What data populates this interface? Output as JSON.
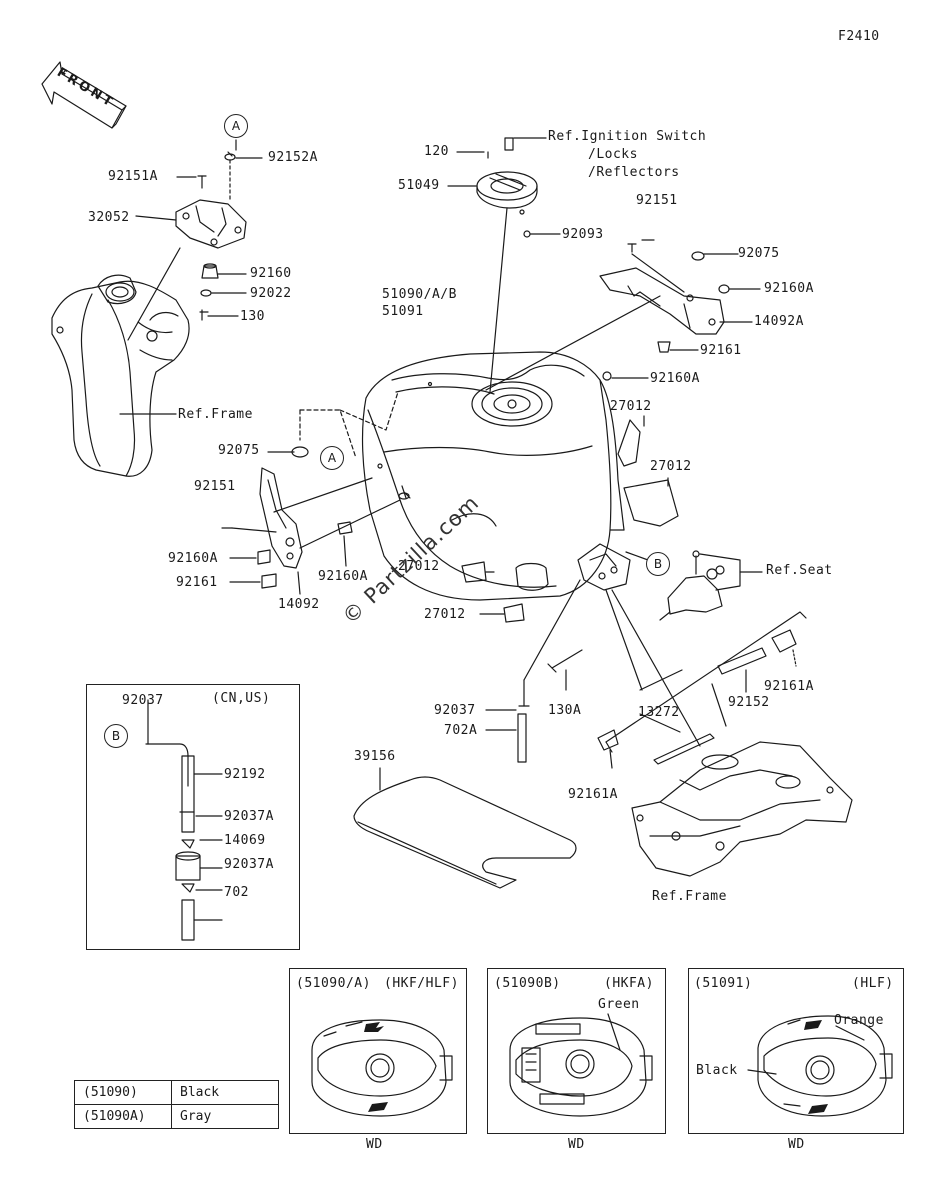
{
  "figure_code": "F2410",
  "front_label": "FRONT",
  "watermark": "© Partzilla.com",
  "callouts": {
    "a": "A",
    "b": "B"
  },
  "parts": {
    "p92152A": "92152A",
    "p92151A": "92151A",
    "p32052": "32052",
    "p92160": "92160",
    "p92022": "92022",
    "p130": "130",
    "ref_frame_top": "Ref.Frame",
    "p120": "120",
    "p51049": "51049",
    "ref_ignition": "Ref.Ignition Switch",
    "ref_locks": "/Locks",
    "ref_reflectors": "/Reflectors",
    "p92093": "92093",
    "p92151": "92151",
    "p92075_r": "92075",
    "p92160A_r": "92160A",
    "p14092A": "14092A",
    "p92161_r": "92161",
    "p51090AB": "51090/A/B",
    "p51091": "51091",
    "p92160A_mid": "92160A",
    "p27012_a": "27012",
    "p27012_b": "27012",
    "p92075_l": "92075",
    "p92151_l": "92151",
    "p92160A_l": "92160A",
    "p92161_l": "92161",
    "p14092": "14092",
    "p92160A_c": "92160A",
    "p27012_c": "27012",
    "p27012_d": "27012",
    "ref_seat": "Ref.Seat",
    "p92161A_r": "92161A",
    "p92152": "92152",
    "p130A": "130A",
    "p92037": "92037",
    "p702A": "702A",
    "p13272": "13272",
    "p39156": "39156",
    "p92161A_b": "92161A",
    "ref_frame_bottom": "Ref.Frame"
  },
  "inset": {
    "region": "(CN,US)",
    "p92037": "92037",
    "p92192": "92192",
    "p92037A_1": "92037A",
    "p14069": "14069",
    "p92037A_2": "92037A",
    "p702": "702"
  },
  "color_table": [
    {
      "code": "(51090)",
      "color": "Black"
    },
    {
      "code": "(51090A)",
      "color": "Gray"
    }
  ],
  "variants": [
    {
      "code": "(51090/A)",
      "region": "(HKF/HLF)",
      "note_label": "",
      "footer": "WD"
    },
    {
      "code": "(51090B)",
      "region": "(HKFA)",
      "note_label": "Green",
      "footer": "WD"
    },
    {
      "code": "(51091)",
      "region": "(HLF)",
      "note_label": "Orange",
      "note_label2": "Black",
      "footer": "WD"
    }
  ]
}
